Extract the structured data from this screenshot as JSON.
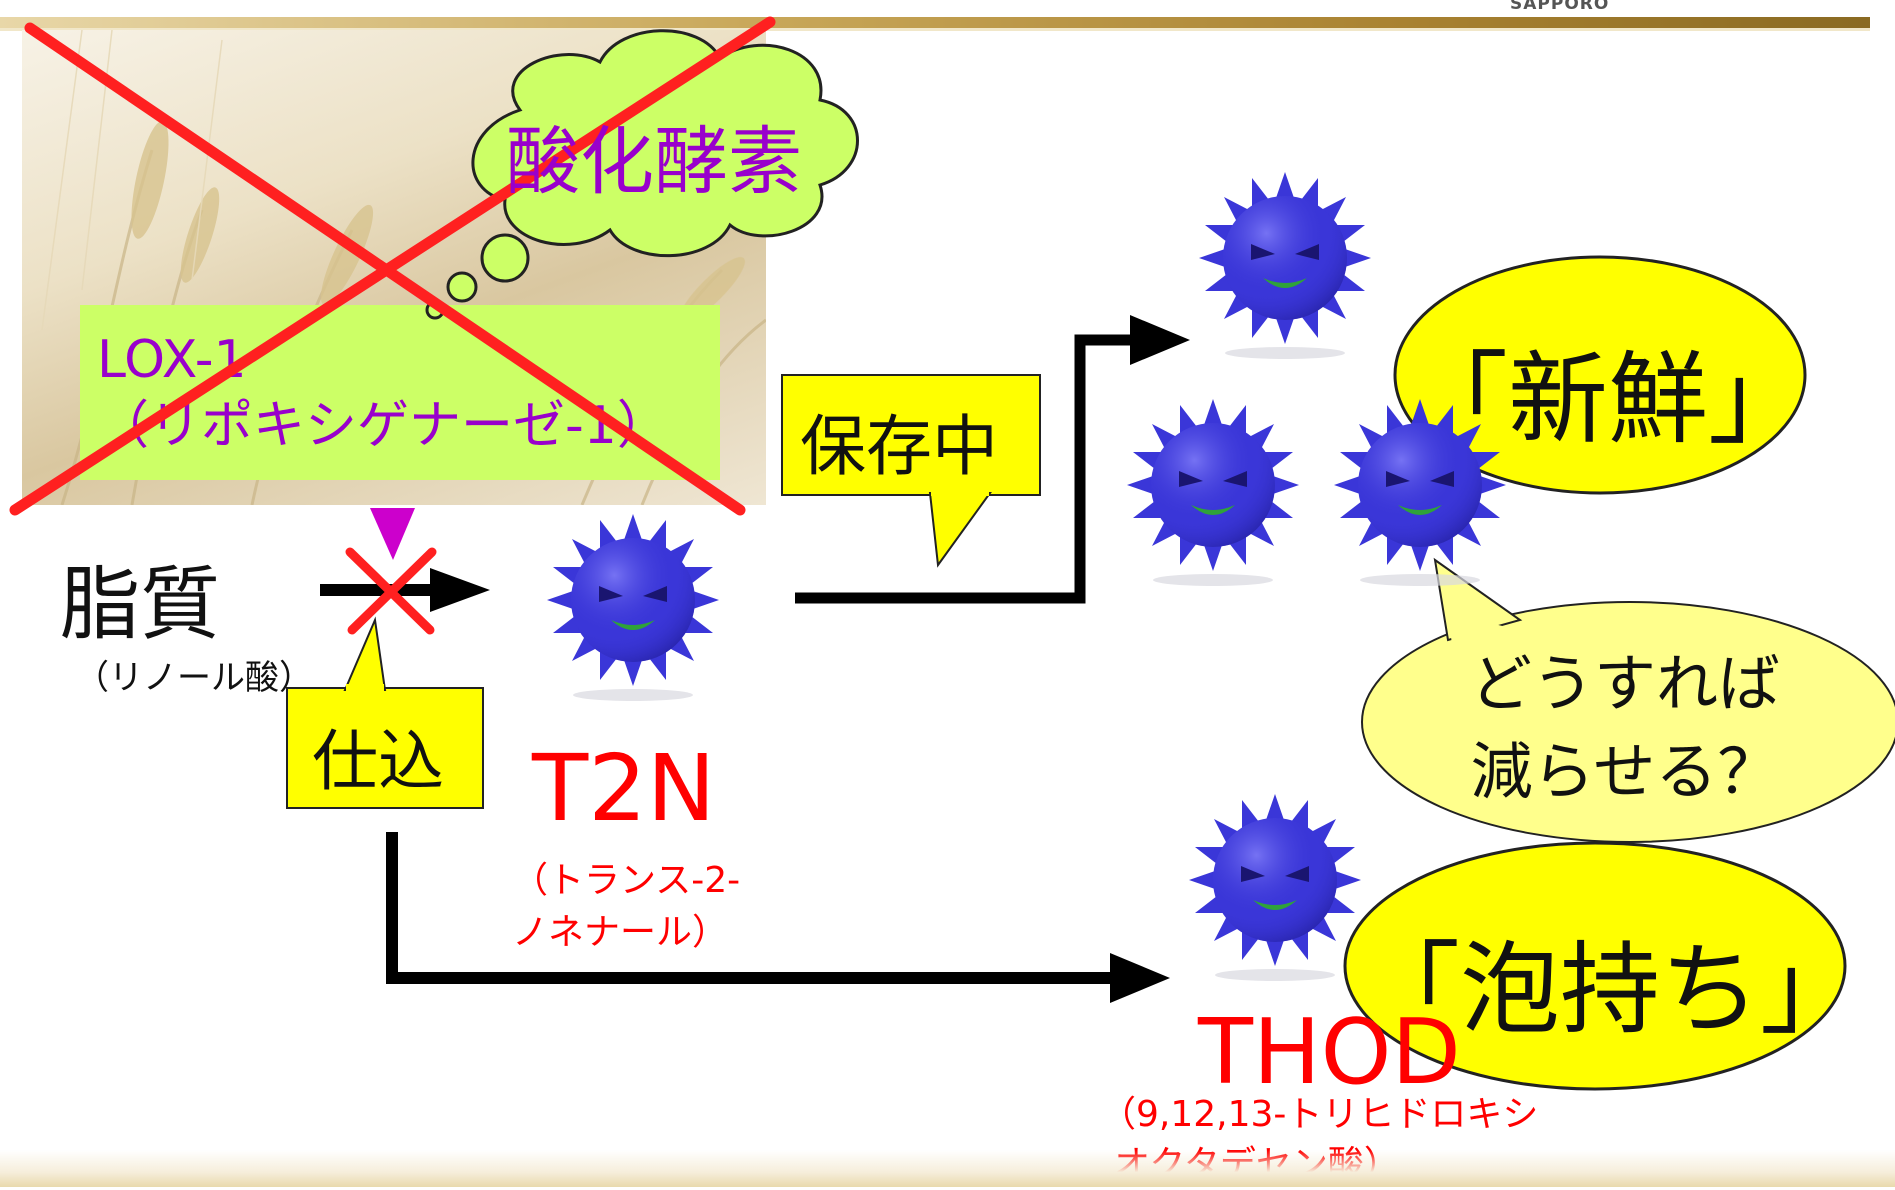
{
  "header": {
    "brand": "SAPPORO"
  },
  "cloud": {
    "label": "酸化酵素"
  },
  "lox": {
    "line1": "LOX-1",
    "line2": "（リポキシゲナーゼ-1）"
  },
  "substrate": {
    "name": "脂質",
    "sub": "（リノール酸）"
  },
  "callouts": {
    "storage": "保存中",
    "mashing": "仕込"
  },
  "t2n": {
    "name": "T2N",
    "line1": "（トランス-2-",
    "line2": "ノネナール）"
  },
  "thod": {
    "name": "THOD",
    "line1": "（9,12,13-トリヒドロキシ",
    "line2": "オクタデセン酸）"
  },
  "bubbles": {
    "fresh": "「新鮮」",
    "question_line1": "どうすれば",
    "question_line2": "減らせる？",
    "foam": "「泡持ち」"
  },
  "colors": {
    "cloud_fill": "#ccff66",
    "enzyme_text": "#9900cc",
    "compound_label": "#ff0000",
    "callout_fill": "#ffff00",
    "cross": "#ff2020",
    "virus": "#3a36d8"
  }
}
